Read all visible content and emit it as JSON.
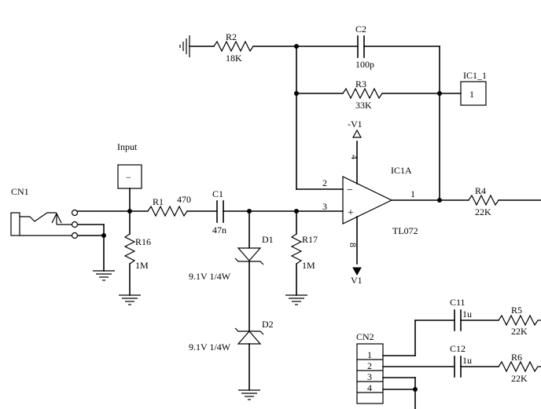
{
  "components": {
    "cn1": {
      "ref": "CN1"
    },
    "input_port": {
      "ref": "Input",
      "symbol": "−"
    },
    "r1": {
      "ref": "R1",
      "value": "470"
    },
    "c1": {
      "ref": "C1",
      "value": "47n"
    },
    "r16": {
      "ref": "R16",
      "value": "1M"
    },
    "d1": {
      "ref": "D1",
      "value": "9.1V 1/4W"
    },
    "d2": {
      "ref": "D2",
      "value": "9.1V 1/4W"
    },
    "r17": {
      "ref": "R17",
      "value": "1M"
    },
    "r2": {
      "ref": "R2",
      "value": "18K"
    },
    "c2": {
      "ref": "C2",
      "value": "100p"
    },
    "r3": {
      "ref": "R3",
      "value": "33K"
    },
    "ic1_1": {
      "ref": "IC1_1",
      "pin": "1"
    },
    "opamp": {
      "ref": "IC1A",
      "part": "TL072",
      "neg_supply": "-V1",
      "pos_supply": "V1",
      "pin_inv": "2",
      "pin_noninv": "3",
      "pin_out": "1",
      "pin_top": "4",
      "pin_bottom": "8",
      "minus_sign": "−",
      "plus_sign": "+"
    },
    "r4": {
      "ref": "R4",
      "value": "22K"
    },
    "cn2": {
      "ref": "CN2",
      "pins": [
        "1",
        "2",
        "3",
        "4"
      ]
    },
    "c11": {
      "ref": "C11",
      "value": "1u"
    },
    "c12": {
      "ref": "C12",
      "value": "1u"
    },
    "r5": {
      "ref": "R5",
      "value": "22K"
    },
    "r6": {
      "ref": "R6",
      "value": "22K"
    }
  }
}
